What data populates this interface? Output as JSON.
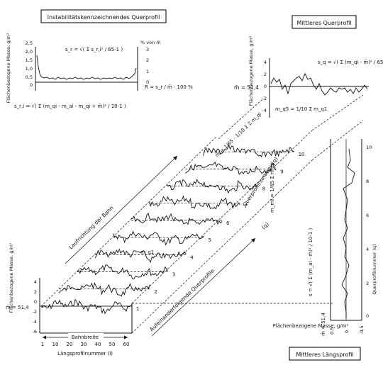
{
  "boxes": {
    "instability": "Instabilitätskennzeichnendes Querprofil",
    "mean_cross": "Mittleres Querprofil",
    "mean_long": "Mittleres Längsprofil"
  },
  "top_left": {
    "ylabel": "Flächenbezogene Masse, g/m²",
    "yticks": [
      "2,5",
      "2,0",
      "1,5",
      "1,0",
      "0,5",
      "0"
    ],
    "right_label": "% von m̄",
    "right_ticks": [
      "3",
      "2",
      "1",
      "0"
    ],
    "formula_s": "s_r = √( Σ s_r,i² / 65-1 )",
    "formula_R": "R = s_r / m̄ · 100 %",
    "formula_bottom": "s_r,i = √( Σ (m_qi - m_ai - m_qi + m̄)² / 10-1 )"
  },
  "top_right": {
    "ylabel": "Flächenbezogene Masse, g/m²",
    "yticks": [
      "4",
      "2",
      "0",
      "-2",
      "-4"
    ],
    "mean_label": "m̄ = 51,4",
    "formula_s": "s_q = √( Σ (m_qi - m̄)² / 65-1 )",
    "formula_m": "m_q5 = 1/10 Σ m_q1"
  },
  "main": {
    "formula_mean": "m̄ = 1/65 · 1/10 Σ Σ m_qi",
    "mean_value": "m̄ = 51,4",
    "yticks": [
      "4",
      "2",
      "0",
      "-2",
      "-4",
      "-6"
    ],
    "ylabel": "Flächenbezogene Masse, g/m²",
    "mq1": "m_q1",
    "direction": "Laufrichtung der Bahn",
    "following": "Aufeinanderfolgende Querprofile",
    "q_axis": "Querprofilnummer (q)",
    "q_paren": "(q)",
    "row_numbers": [
      "1",
      "2",
      "3",
      "4",
      "5",
      "6",
      "7",
      "8",
      "9",
      "10"
    ],
    "web_width": "Bahnbreite",
    "xticks": [
      "1",
      "10",
      "20",
      "30",
      "40",
      "50",
      "60"
    ],
    "xlabel": "Längsprofilnummer (l)",
    "formula_ml": "m_ml = 1/65 Σ m_qi"
  },
  "long_profile": {
    "qticks": [
      "10",
      "8",
      "6",
      "4",
      "2",
      "0"
    ],
    "qlabel": "Querprofilnummer (q)",
    "mean": "m̄ = 51,4",
    "xticks": [
      "0,5",
      "0",
      "-0,5"
    ],
    "xlabel": "Flächenbezogene Masse, g/m²",
    "formula": "s = √( Σ (m_ai - m̄)² / 10-1 )"
  }
}
